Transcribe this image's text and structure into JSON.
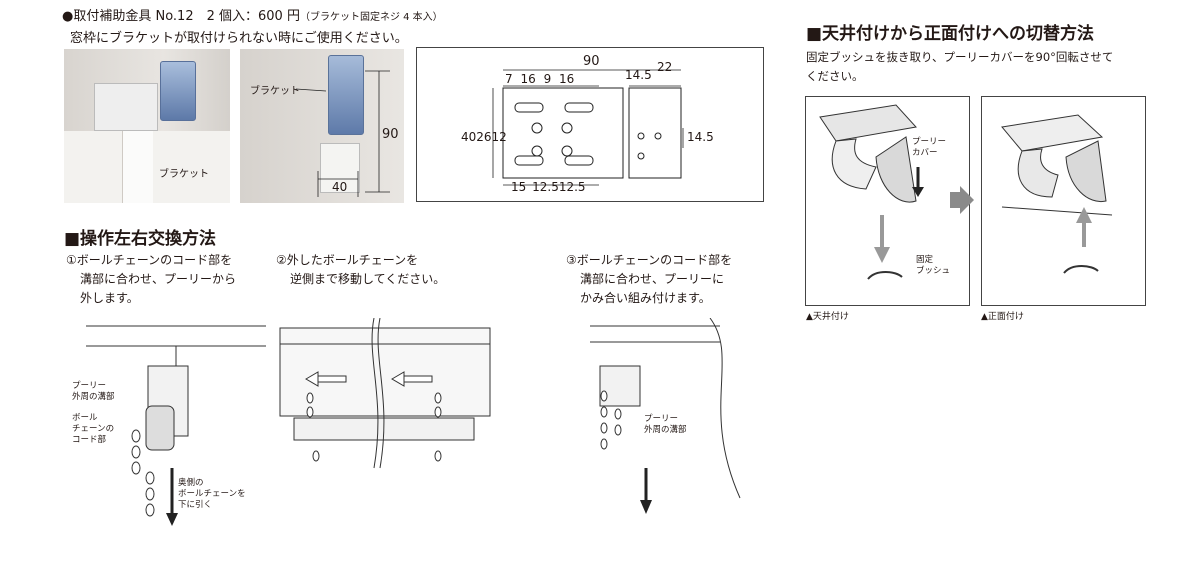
{
  "bracket": {
    "title_main": "●取付補助金具 No.12　2 個入：600 円",
    "title_note": "（ブラケット固定ネジ 4 本入）",
    "description": "窓枠にブラケットが取付けられない時にご使用ください。",
    "photo1_label": "ブラケット",
    "photo2_label": "ブラケット",
    "photo2_height": "90",
    "photo2_width": "40"
  },
  "drawing": {
    "total_width": "90",
    "top_dims": [
      "7",
      "16",
      "9",
      "16"
    ],
    "right_top_dims": [
      "14.5",
      "22"
    ],
    "left_dims": "402612",
    "right_dim": "14.5",
    "bottom_dims": [
      "15",
      "12.5",
      "12.5"
    ]
  },
  "swap": {
    "title": "■操作左右交換方法",
    "step1": [
      "①ボールチェーンのコード部を",
      "溝部に合わせ、プーリーから",
      "外します。"
    ],
    "step2": [
      "②外したボールチェーンを",
      "逆側まで移動してください。"
    ],
    "step3": [
      "③ボールチェーンのコード部を",
      "溝部に合わせ、プーリーに",
      "かみ合い組み付けます。"
    ],
    "fig1_label_a": [
      "プーリー",
      "外周の溝部"
    ],
    "fig1_label_b": [
      "ボール",
      "チェーンの",
      "コード部"
    ],
    "fig1_label_c": [
      "奥側の",
      "ボールチェーンを",
      "下に引く"
    ],
    "fig3_label": [
      "プーリー",
      "外周の溝部"
    ]
  },
  "mount": {
    "title": "■天井付けから正面付けへの切替方法",
    "desc": [
      "固定ブッシュを抜き取り、プーリーカバーを90°回転させて",
      "ください。"
    ],
    "label_cover": [
      "プーリー",
      "カバー"
    ],
    "label_bush": [
      "固定",
      "ブッシュ"
    ],
    "caption_left": "▲天井付け",
    "caption_right": "▲正面付け"
  }
}
